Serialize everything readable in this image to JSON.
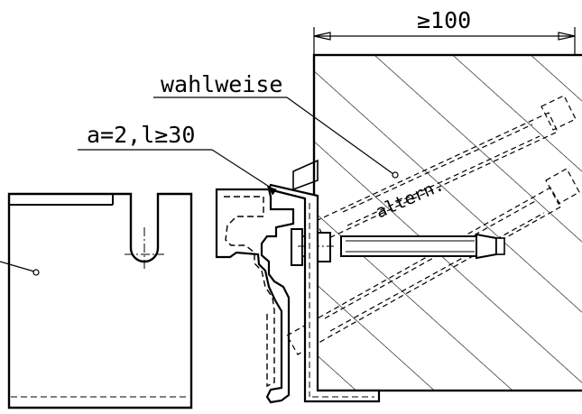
{
  "labels": {
    "dimension": "≥100",
    "optional": "wahlweise",
    "weld": "a=2,l≥30",
    "alternative": "altern."
  },
  "colors": {
    "line": "#000000",
    "background": "#ffffff"
  }
}
